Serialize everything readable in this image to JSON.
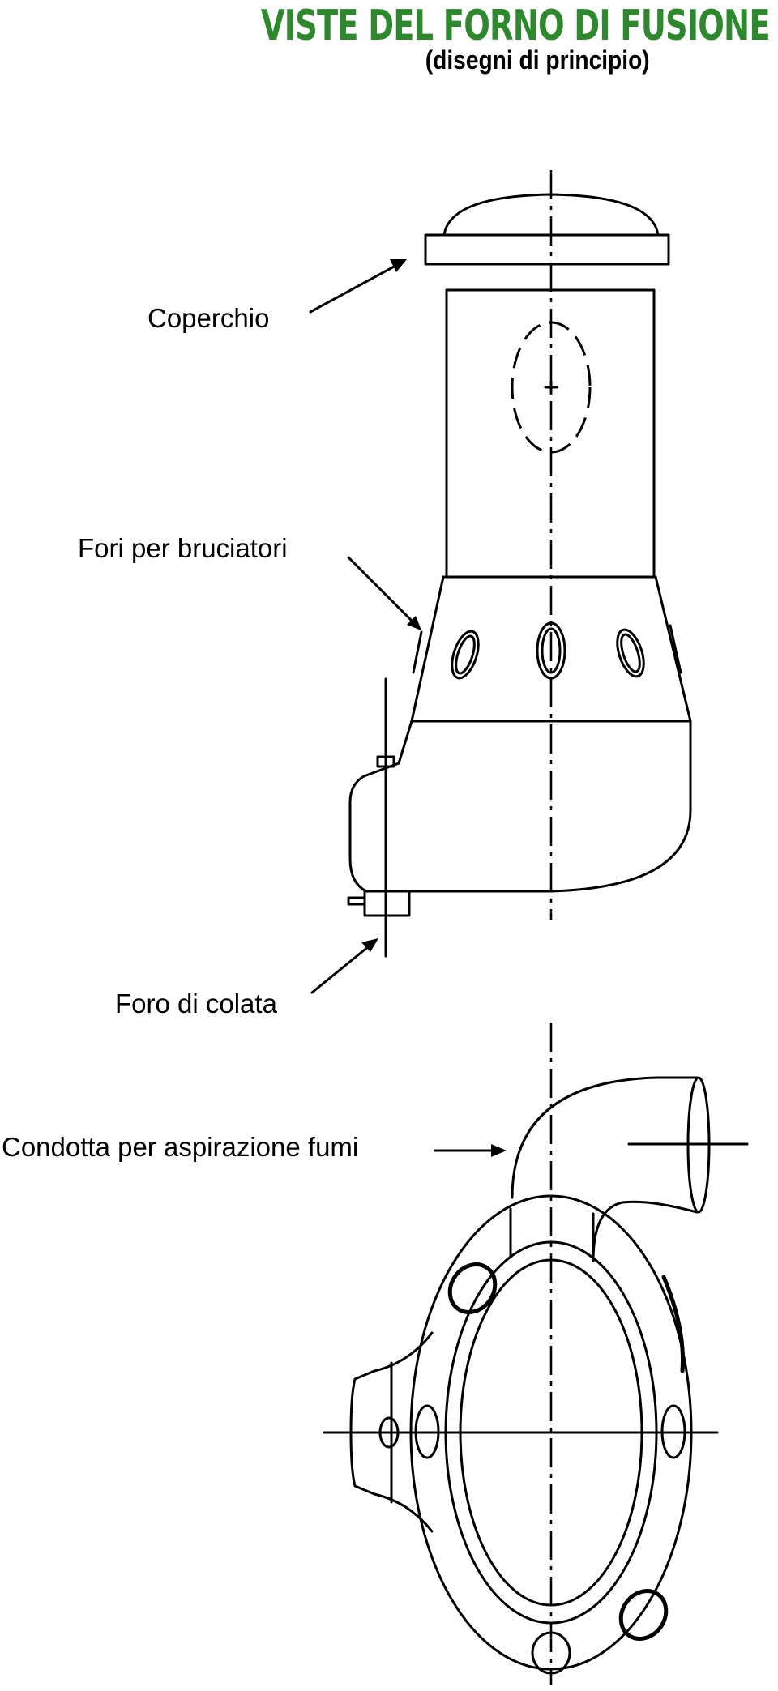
{
  "header": {
    "title": "VISTE DEL FORNO DI FUSIONE",
    "subtitle": "(disegni di principio)"
  },
  "colors": {
    "title": "#2c8a2c",
    "lines": "#000000",
    "background": "#ffffff"
  },
  "labels": {
    "lid": "Coperchio",
    "burner_holes": "Fori per bruciatori",
    "tap_hole": "Foro di colata",
    "fume_duct": "Condotta per aspirazione fumi"
  }
}
